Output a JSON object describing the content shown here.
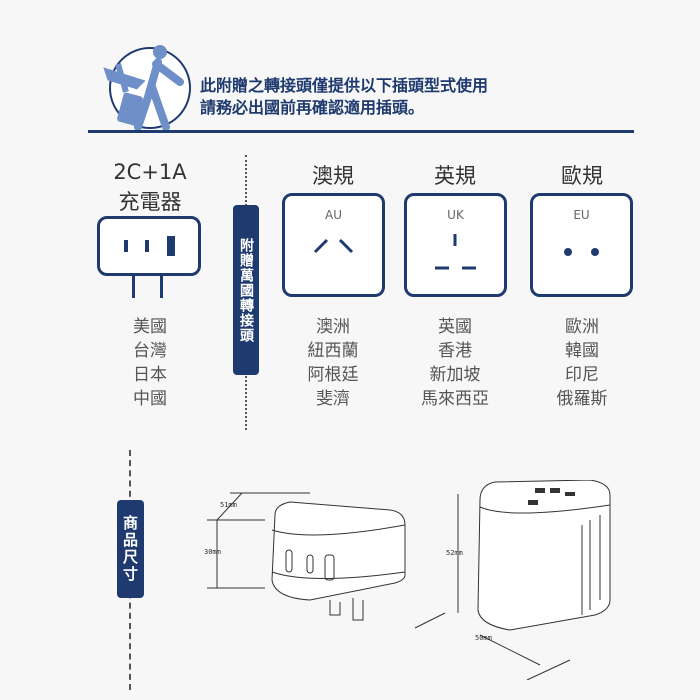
{
  "header": {
    "line1": "此附贈之轉接頭僅提供以下插頭型式使用",
    "line2": "請務必出國前再確認適用插頭。",
    "icon": "traveler-globe-icon"
  },
  "charger": {
    "title_line1": "2C+1A",
    "title_line2": "充電器",
    "countries": [
      "美國",
      "台灣",
      "日本",
      "中國"
    ]
  },
  "badge_adapter": "附贈萬國轉接頭",
  "plugs": [
    {
      "title": "澳規",
      "code": "AU",
      "countries": [
        "澳洲",
        "紐西蘭",
        "阿根廷",
        "斐濟"
      ]
    },
    {
      "title": "英規",
      "code": "UK",
      "countries": [
        "英國",
        "香港",
        "新加坡",
        "馬來西亞"
      ]
    },
    {
      "title": "歐規",
      "code": "EU",
      "countries": [
        "歐洲",
        "韓國",
        "印尼",
        "俄羅斯"
      ]
    }
  ],
  "badge_size": "商品尺寸",
  "dimensions": {
    "charger_width": "51mm",
    "charger_height": "30mm",
    "adapter_height": "52mm",
    "adapter_depth": "50mm"
  },
  "colors": {
    "navy": "#1f3a6e",
    "icon_blue": "#6f8fc8"
  }
}
